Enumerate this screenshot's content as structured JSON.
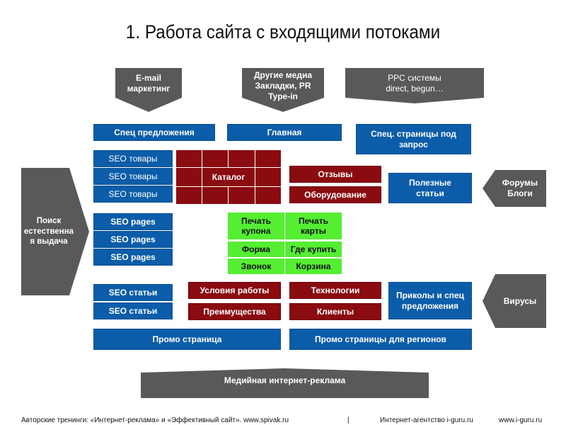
{
  "title": "1. Работа сайта с входящими потоками",
  "colors": {
    "blue": "#0b5da9",
    "red": "#8a0b10",
    "green": "#55ee33",
    "gray": "#595959"
  },
  "sources": {
    "email": "E-mail\nмаркетинг",
    "media": "Другие медиа\nЗакладки, PR\nType-in",
    "ppc": "PPC системы\ndirect, begun…",
    "search": "Поиск\nестественна\nя выдача",
    "forums": "Форумы\nБлоги",
    "viruses": "Вирусы",
    "banner": "Медийная интернет-реклама"
  },
  "pages": {
    "spec_offers": "Спец предложения",
    "main": "Главная",
    "spec_pages": "Спец. страницы под\nзапрос",
    "seo_goods": [
      "SEO товары",
      "SEO товары",
      "SEO товары"
    ],
    "catalog": "Каталог",
    "reviews": "Отзывы",
    "equipment": "Оборудование",
    "useful_articles": "Полезные\nстатьи",
    "seo_pages": [
      "SEO pages",
      "SEO pages",
      "SEO pages"
    ],
    "print_stamp": "Печать\nкупона",
    "print_map": "Печать\nкарты",
    "form": "Форма",
    "where_buy": "Где купить",
    "call": "Звонок",
    "cart": "Корзина",
    "seo_articles": [
      "SEO статьи",
      "SEO статьи"
    ],
    "work_conditions": "Условия работы",
    "technologies": "Технологии",
    "advantages": "Преимущества",
    "clients": "Клиенты",
    "jokes": "Приколы и спец\nпредложения",
    "promo": "Промо страница",
    "promo_regions": "Промо страницы для регионов"
  },
  "footer": {
    "left": "Авторские тренинги: «Интернет-реклама» и «Эффективный сайт».  www.spivak.ru",
    "separator": "|",
    "agency": "Интернет-агентство i-guru.ru",
    "site": "www.i-guru.ru"
  }
}
